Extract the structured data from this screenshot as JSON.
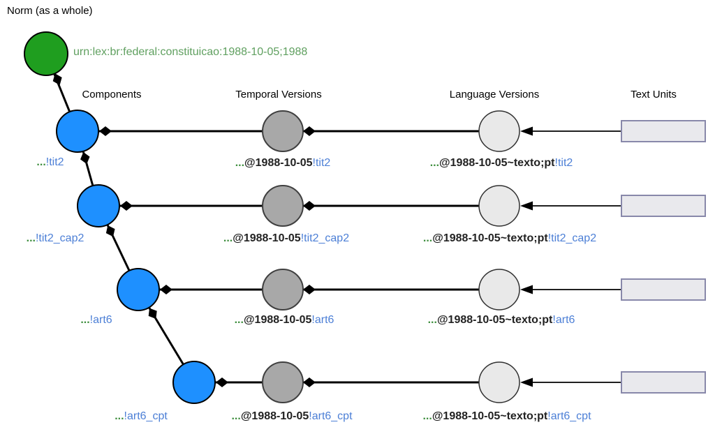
{
  "title": "Norm (as a whole)",
  "norm": {
    "urn": "urn:lex:br:federal:constituicao:1988-10-05;1988"
  },
  "columns": {
    "components": "Components",
    "temporal": "Temporal Versions",
    "language": "Language Versions",
    "text_units": "Text Units"
  },
  "colors": {
    "norm_green": "#1f9e1f",
    "component_blue": "#1e90ff",
    "temporal_gray": "#a8a8a8",
    "language_gray": "#e9e9e9",
    "text_unit_fill": "#e9e9ed",
    "text_unit_border": "#8888aa",
    "label_green": "#3f8f3f",
    "label_blue": "#4c7fd6",
    "urn_green": "#60a060"
  },
  "rows": [
    {
      "component": {
        "prefix": "...",
        "id": "!tit2"
      },
      "temporal": {
        "prefix": "...",
        "version": "@1988-10-05",
        "id": "!tit2"
      },
      "language": {
        "prefix": "...",
        "version": "@1988-10-05~texto;pt",
        "id": "!tit2"
      }
    },
    {
      "component": {
        "prefix": "...",
        "id": "!tit2_cap2"
      },
      "temporal": {
        "prefix": "...",
        "version": "@1988-10-05",
        "id": "!tit2_cap2"
      },
      "language": {
        "prefix": "...",
        "version": "@1988-10-05~texto;pt",
        "id": "!tit2_cap2"
      }
    },
    {
      "component": {
        "prefix": "...",
        "id": "!art6"
      },
      "temporal": {
        "prefix": "...",
        "version": "@1988-10-05",
        "id": "!art6"
      },
      "language": {
        "prefix": "...",
        "version": "@1988-10-05~texto;pt",
        "id": "!art6"
      }
    },
    {
      "component": {
        "prefix": "...",
        "id": "!art6_cpt"
      },
      "temporal": {
        "prefix": "...",
        "version": "@1988-10-05",
        "id": "!art6_cpt"
      },
      "language": {
        "prefix": "...",
        "version": "@1988-10-05~texto;pt",
        "id": "!art6_cpt"
      }
    }
  ]
}
